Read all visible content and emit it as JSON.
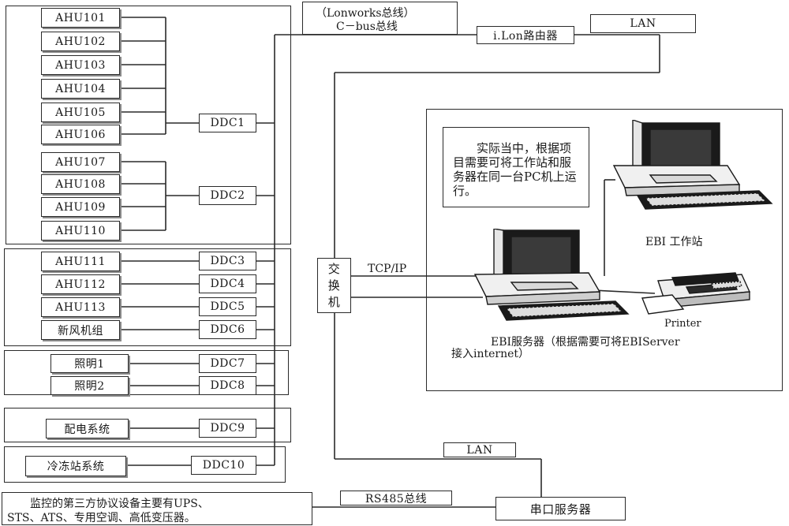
{
  "bus_note": {
    "line1": "（Lonworks总线）",
    "line2": "C－bus总线"
  },
  "ilon_router": "i.Lon路由器",
  "lan_top": "LAN",
  "lan_bottom": "LAN",
  "switch_label": "交换机",
  "tcpip": "TCP/IP",
  "rs485": "RS485总线",
  "serial_server": "串口服务器",
  "third_party_note": {
    "line1": "监控的第三方协议设备主要有UPS、",
    "line2": "STS、ATS、专用空调、高低变压器。"
  },
  "workstation_note": "实际当中，根据项目需要可将工作站和服务器在同一台PC机上运行。",
  "ebi_workstation": "EBI 工作站",
  "printer_label": "Printer",
  "ebi_server": {
    "line1": "EBI服务器（根据需要可将EBIServer",
    "line2": "接入internet）"
  },
  "devices": [
    "AHU101",
    "AHU102",
    "AHU103",
    "AHU104",
    "AHU105",
    "AHU106",
    "AHU107",
    "AHU108",
    "AHU109",
    "AHU110",
    "AHU111",
    "AHU112",
    "AHU113",
    "新风机组",
    "照明1",
    "照明2",
    "配电系统",
    "冷冻站系统"
  ],
  "controllers": [
    "DDC1",
    "DDC2",
    "DDC3",
    "DDC4",
    "DDC5",
    "DDC6",
    "DDC7",
    "DDC8",
    "DDC9",
    "DDC10"
  ],
  "colors": {
    "line": "#2a2a2a",
    "monitor": "#1a1a1a",
    "shadow": "#8a8a8a"
  }
}
